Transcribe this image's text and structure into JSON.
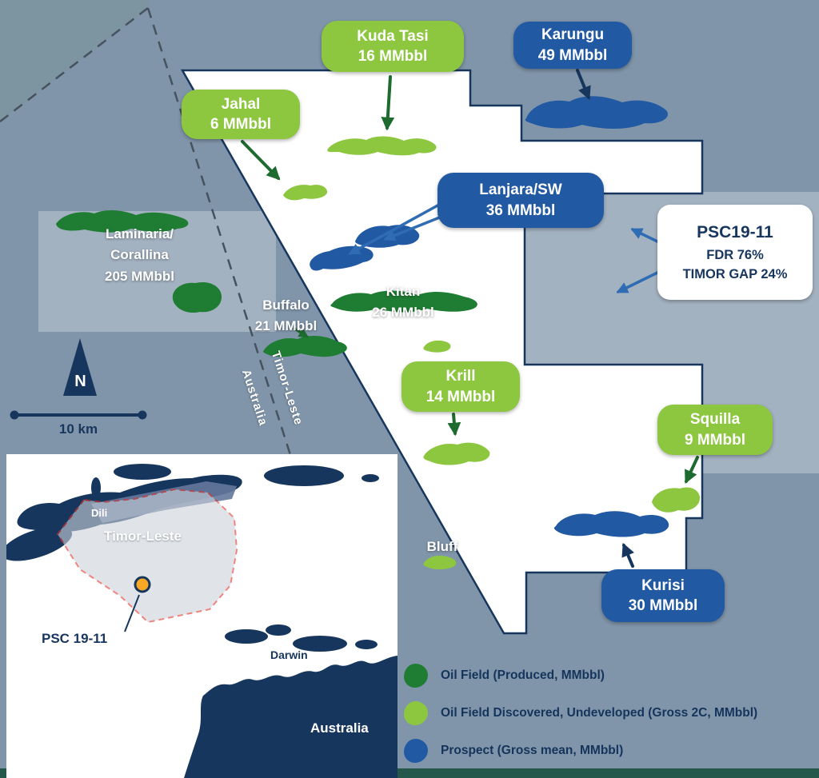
{
  "callouts": {
    "kuda_tasi": {
      "name": "Kuda Tasi",
      "value": "16 MMbbl"
    },
    "karungu": {
      "name": "Karungu",
      "value": "49 MMbbl"
    },
    "jahal": {
      "name": "Jahal",
      "value": "6 MMbbl"
    },
    "lanjara": {
      "name": "Lanjara/SW",
      "value": "36 MMbbl"
    },
    "krill": {
      "name": "Krill",
      "value": "14 MMbbl"
    },
    "squilla": {
      "name": "Squilla",
      "value": "9 MMbbl"
    },
    "kurisi": {
      "name": "Kurisi",
      "value": "30 MMbbl"
    }
  },
  "psc_box": {
    "title": "PSC19-11",
    "share1": "FDR 76%",
    "share2": "TIMOR GAP 24%"
  },
  "field_labels": {
    "laminaria": {
      "line1": "Laminaria/",
      "line2": "Corallina",
      "line3": "205 MMbbl"
    },
    "buffalo": {
      "name": "Buffalo",
      "value": "21 MMbbl"
    },
    "kitan": {
      "name": "Kitan",
      "value": "26 MMbbl"
    },
    "bluff": {
      "name": "Bluff"
    }
  },
  "boundary_labels": {
    "north": "Timor-Leste",
    "south": "Australia"
  },
  "compass": {
    "north_label": "N",
    "scale_label": "10 km"
  },
  "inset": {
    "city": "Dili",
    "country": "Timor-Leste",
    "psc_label": "PSC 19-11",
    "darwin": "Darwin",
    "australia": "Australia"
  },
  "legend": {
    "items": [
      {
        "label": "Oil Field (Produced, MMbbl)",
        "color": "#1f7d33"
      },
      {
        "label": "Oil Field Discovered, Undeveloped (Gross 2C, MMbbl)",
        "color": "#8dc63f"
      },
      {
        "label": "Prospect (Gross mean, MMbbl)",
        "color": "#2159a3"
      }
    ]
  },
  "colors": {
    "sea": "#8095aa",
    "license_fill": "#ffffff",
    "outline_navy": "#17365d",
    "produced_green": "#1f7d33",
    "discovered_green": "#8dc63f",
    "prospect_blue": "#2159a3",
    "arrow_green": "#1e6b2f",
    "arrow_blue": "#2f6cb3",
    "boundary_red": "#e63329",
    "psc_marker_orange": "#f9a825"
  }
}
